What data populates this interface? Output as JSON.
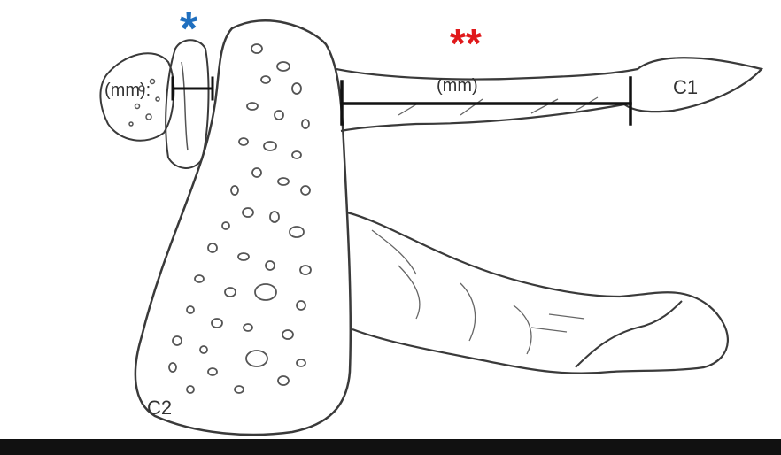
{
  "labels": {
    "left_measure": "(mm):",
    "right_measure": "(mm)",
    "c1": "C1",
    "c2": "C2"
  },
  "markers": {
    "single": "*",
    "double": "**"
  },
  "colors": {
    "single_marker": "#1f6fbf",
    "double_marker": "#e0191b",
    "line": "#3a3a3a",
    "measure_bar": "#111111",
    "bottom_band": "#111111"
  }
}
